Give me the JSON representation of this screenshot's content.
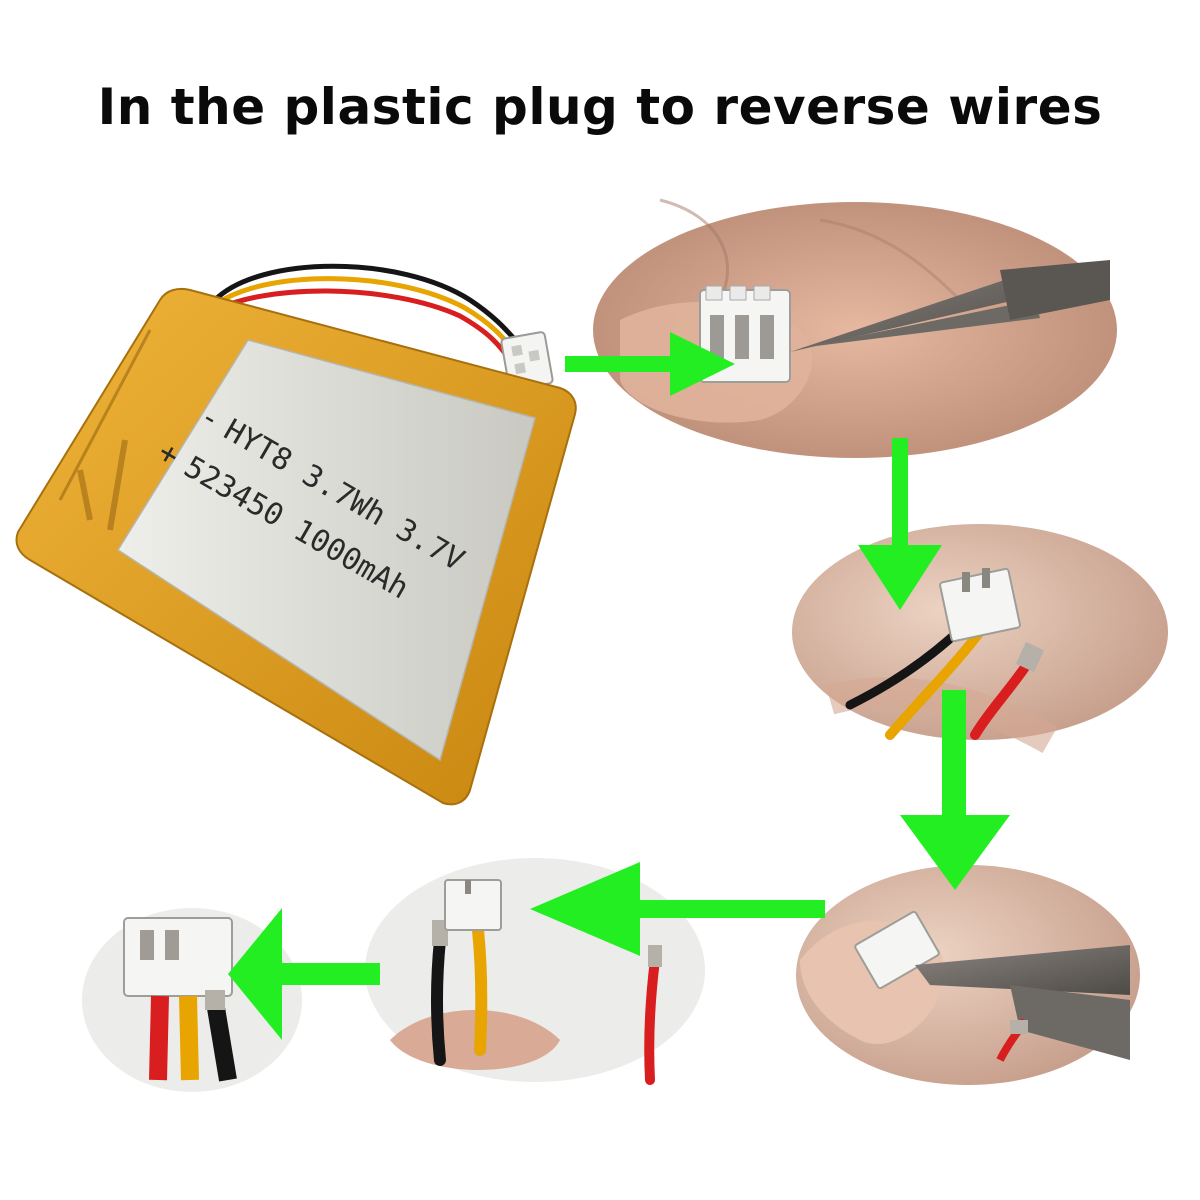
{
  "title": "In the plastic plug to reverse wires",
  "battery_label": {
    "line1": "HYT8 3.7Wh 3.7V",
    "line2": "523450 1000mAh",
    "minus": "-",
    "plus": "+"
  },
  "colors": {
    "arrow": "#22ee22",
    "battery_body": "#e6a21c",
    "label_silver": "#dcdcd6",
    "wire_red": "#d81e1e",
    "wire_yellow": "#e8a400",
    "wire_black": "#151515",
    "skin": "#d9a48b",
    "connector": "#f4f4f2"
  },
  "steps": [
    {
      "id": "step-1",
      "depicts": "tweezers lifting plastic latch"
    },
    {
      "id": "step-2",
      "depicts": "red wire pulled out of plug"
    },
    {
      "id": "step-3",
      "depicts": "pressing latch on second pin"
    },
    {
      "id": "step-4",
      "depicts": "black and yellow wires removed"
    },
    {
      "id": "step-5",
      "depicts": "wires reinserted in reversed order"
    }
  ]
}
